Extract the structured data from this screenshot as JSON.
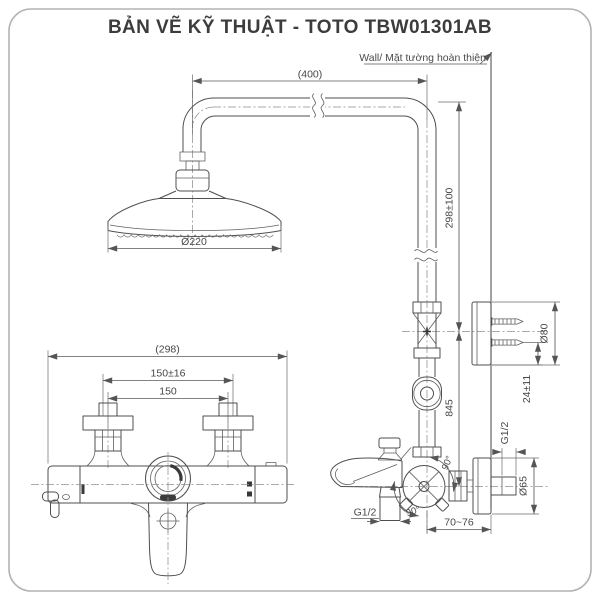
{
  "header": {
    "title": "BẢN VẼ KỸ THUẬT - TOTO TBW01301AB"
  },
  "side_view": {
    "wall_note": "Wall/ Mặt tường hoàn thiện",
    "dims": {
      "arm_length": "(400)",
      "head_diameter": "Ø220",
      "upper_height": "298±100",
      "column_height": "845",
      "flange_diameter": "Ø80",
      "screw_projection": "24±11",
      "supply_thread": "G1/2",
      "cover_diameter": "Ø65",
      "wall_distance": "70~76",
      "outlet_thread": "G1/2",
      "angle_upper": "90°",
      "angle_lower": "90°"
    }
  },
  "front_view": {
    "dims": {
      "overall_width": "(298)",
      "centers_tolerance": "150±16",
      "centers": "150"
    }
  },
  "colors": {
    "ink": "#4f4f4f",
    "dimension": "#585858",
    "title": "#3c3c3c",
    "border": "#b3b3b3"
  }
}
